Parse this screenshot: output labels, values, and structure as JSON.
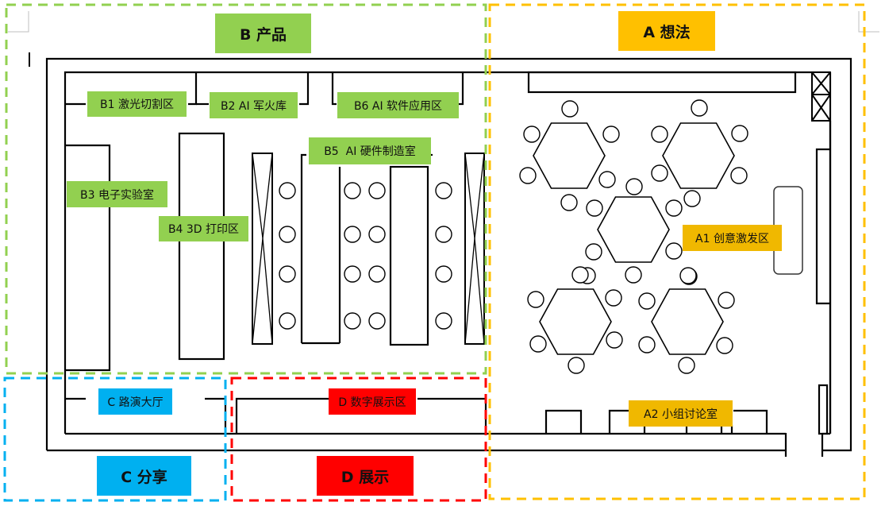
{
  "colors": {
    "product_green": "#92D050",
    "idea_yellow": "#FFC000",
    "idea_label_yellow": "#F0B800",
    "share_blue": "#00B0F0",
    "display_red": "#FF0000",
    "wall": "#000000"
  },
  "zones": {
    "A": {
      "title": "A 想法"
    },
    "B": {
      "title": "B 产品"
    },
    "C": {
      "title": "C 分享"
    },
    "D": {
      "title": "D 展示"
    }
  },
  "areas": {
    "B1": "B1 激光切割区",
    "B2": "B2 AI 军火库",
    "B3": "B3 电子实验室",
    "B4": "B4 3D 打印区",
    "B5": "B5  AI 硬件制造室",
    "B6": "B6 AI 软件应用区",
    "C": "C 路演大厅",
    "D": "D 数字展示区",
    "A1": "A1 创意激发区",
    "A2": "A2 小组讨论室"
  }
}
